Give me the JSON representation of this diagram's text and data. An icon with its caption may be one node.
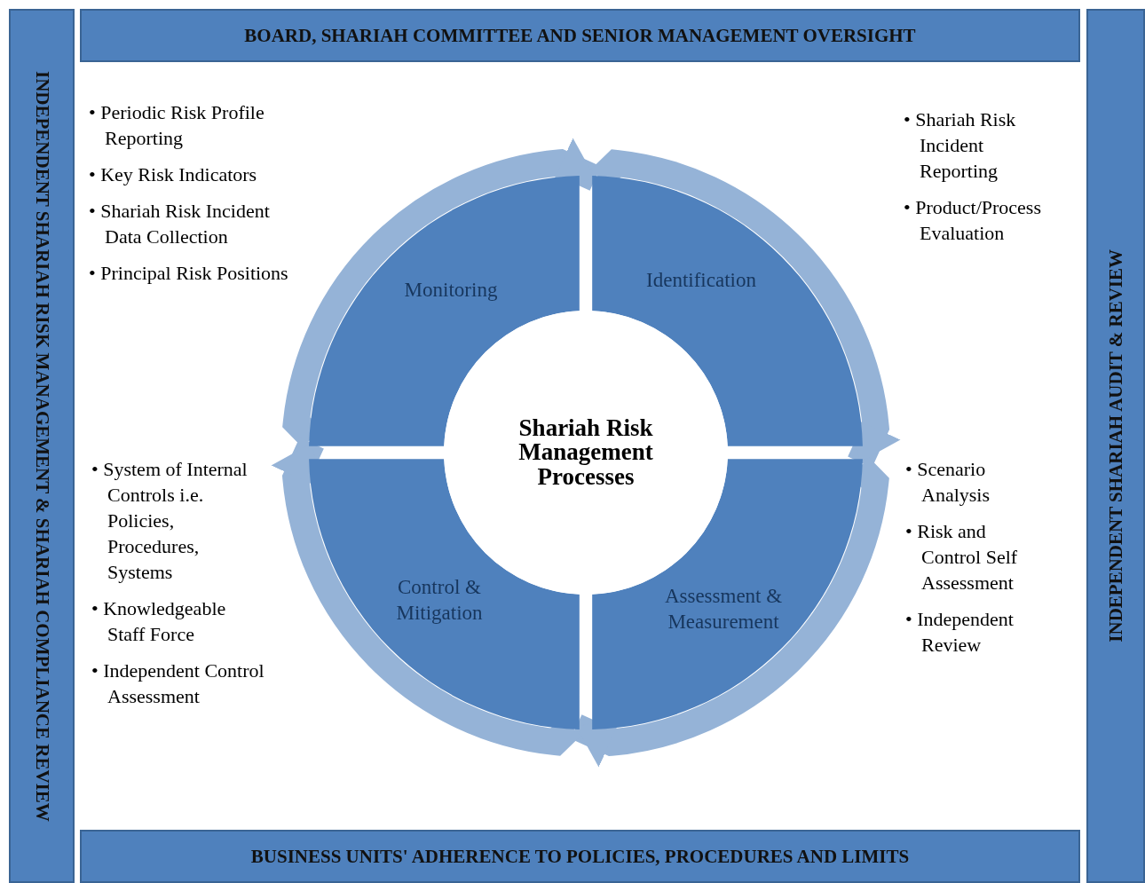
{
  "diagram": {
    "nodes": [
      {
        "text": [
          "BOARD, SHARIAH COMMITTEE AND SENIOR MANAGEMENT OVERSIGHT"
        ]
      },
      {
        "text": [
          "INDEPENDENT SHARIAH RISK MANAGEMENT & SHARIAH COMPLIANCE REVIEW"
        ]
      },
      {
        "text": [
          "INDEPENDENT SHARIAH AUDIT & REVIEW"
        ]
      },
      {
        "text": [
          "BUSINESS UNITS' ADHERENCE TO POLICIES, PROCEDURES AND LIMITS"
        ]
      },
      {
        "text": [
          "Monitoring"
        ]
      },
      {
        "text": [
          "Identification"
        ]
      },
      {
        "text": [
          "Assessment & Measurement"
        ]
      },
      {
        "text": [
          "Control & Mitigation"
        ]
      },
      {
        "text": [
          "Shariah Risk Management Processes"
        ]
      }
    ],
    "edges": [
      {
        "from": 4,
        "to": 5,
        "arrow": "to"
      },
      {
        "from": 5,
        "to": 6,
        "arrow": "to"
      },
      {
        "from": 6,
        "to": 7,
        "arrow": "to"
      },
      {
        "from": 7,
        "to": 4,
        "arrow": "to"
      }
    ],
    "labels": [
      "• Periodic Risk Profile Reporting",
      "• Key Risk Indicators",
      "• Shariah Risk Incident Data Collection",
      "• Principal Risk Positions",
      "• Shariah Risk Incident Reporting",
      "• Product/Process Evaluation",
      "• System of Internal Controls i.e. Policies, Procedures, Systems",
      "• Knowledgeable Staff Force",
      "• Independent Control Assessment",
      "• Scenario Analysis",
      "• Risk and Control Self Assessment",
      "• Independent Review"
    ]
  }
}
